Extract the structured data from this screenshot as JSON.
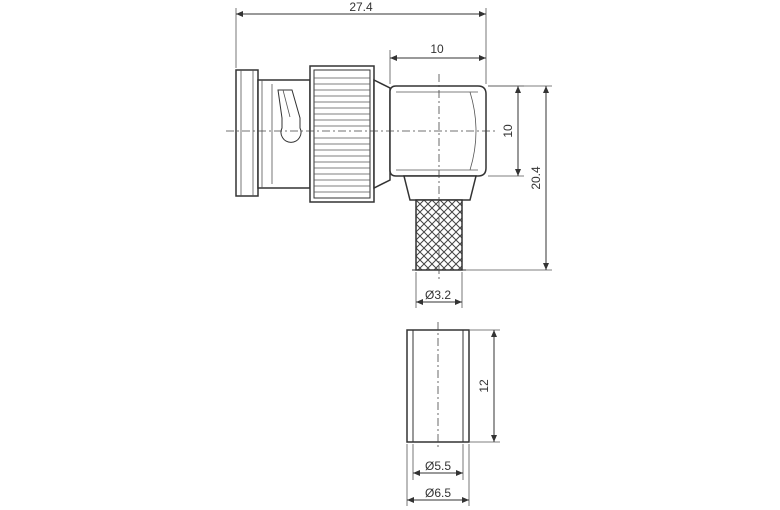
{
  "dimensions": {
    "overall_length": "27.4",
    "elbow_width": "10",
    "elbow_height": "10",
    "total_height": "20.4",
    "cable_diameter": "Ø3.2",
    "ferrule_length": "12",
    "ferrule_inner_diameter": "Ø5.5",
    "ferrule_outer_diameter": "Ø6.5"
  }
}
